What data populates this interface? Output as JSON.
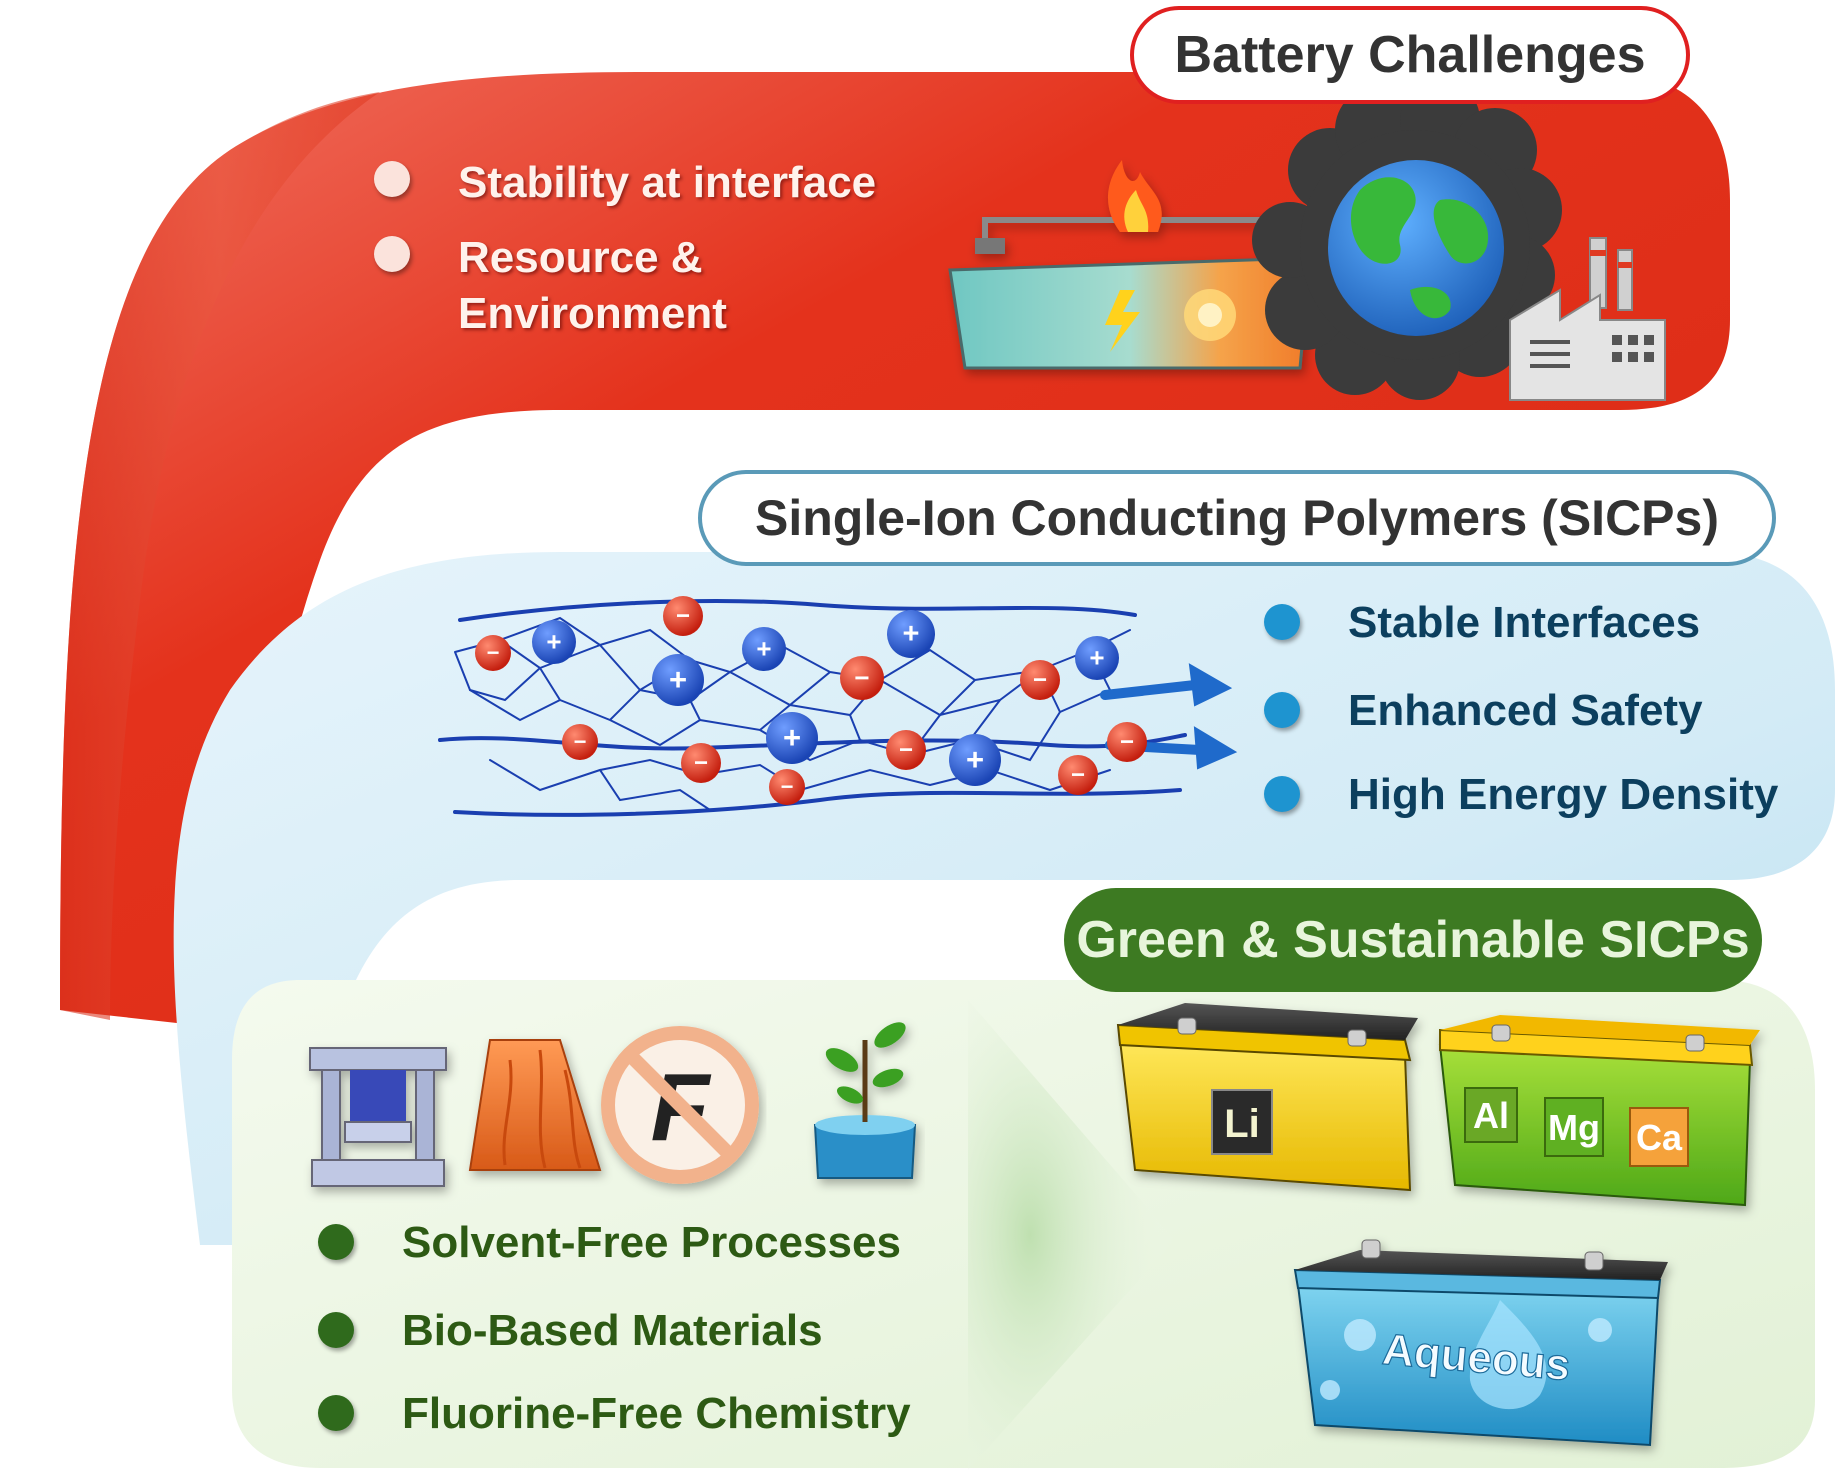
{
  "battery_challenges": {
    "title": "Battery Challenges",
    "items": [
      "Stability at interface",
      "Resource &\nEnvironment"
    ]
  },
  "sicp": {
    "title": "Single-Ion Conducting Polymers (SICPs)",
    "items": [
      "Stable Interfaces",
      "Enhanced Safety",
      "High Energy Density"
    ],
    "ion_labels": {
      "cation": "+",
      "anion": "−"
    }
  },
  "green": {
    "title": "Green & Sustainable SICPs",
    "items": [
      "Solvent-Free Processes",
      "Bio-Based Materials",
      "Fluorine-Free Chemistry"
    ],
    "icons": [
      "hydraulic-press-icon",
      "bio-volcano-icon",
      "no-fluorine-icon",
      "plant-beaker-icon"
    ],
    "no_fluorine_letter": "F"
  },
  "batteries": {
    "li": "Li",
    "multivalent": [
      "Al",
      "Mg",
      "Ca"
    ],
    "aqueous": "Aqueous"
  },
  "colors": {
    "red_band": "#e0341c",
    "blue_band": "#cfe9f5",
    "green_band": "#e8f4dc",
    "title_green": "#3d7a22",
    "ion_red": "#e0301c",
    "ion_blue": "#2458c8",
    "network_blue": "#1a3fb0"
  }
}
